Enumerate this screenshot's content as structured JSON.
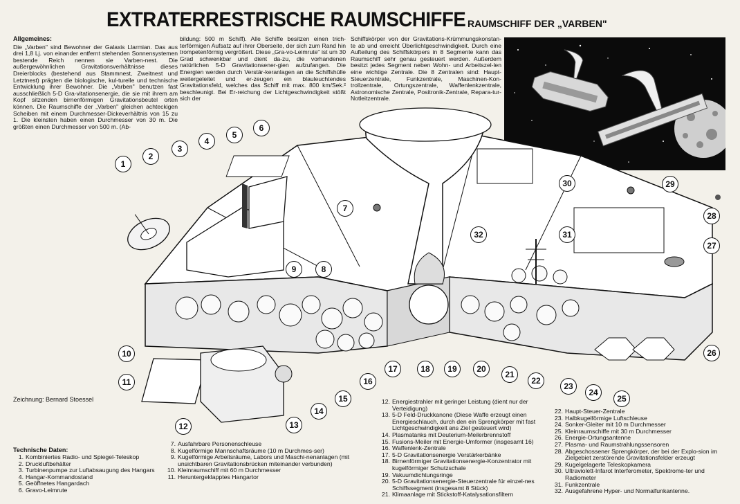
{
  "title": "EXTRATERRESTRISCHE RAUMSCHIFFE",
  "subtitle": "RAUMSCHIFF DER „VARBEN\"",
  "intro": {
    "heading": "Allgemeines:",
    "col1": "Die „Varben\" sind Bewohner der Galaxis Llarmian. Das aus drei 1,8 Lj. von einander entfernt stehenden Sonnensystemen bestende Reich nennen sie Varben-nest. Die außergewöhnlichen Gravitationsverhältnisse dieses Dreierblocks (bestehend aus Stammnest, Zweitnest und Letztnest) prägten die biologische, kul-turelle und technische Entwicklung ihrer Bewohner. Die „Varben\" benutzen fast ausschließlich 5-D Gra-vitationsenergie, die sie mit ihrem am Kopf sitzenden birnenförmigen Gravitationsbeutel orten können. Die Raumschiffe der „Varben\" gleichen achteckigen Scheiben mit einem Durchmesser-Dickeverhältnis von 15 zu 1. Die kleinsten haben einen Durchmesser von 30 m. Die größten einen Durchmesser von 500 m. (Ab-",
    "col2": "bildung: 500 m Schiff). Alle Schiffe besitzen einen trich-terförmigen Aufsatz auf ihrer Oberseite, der sich zum Rand hin trompetenförmig vergrößert. Diese „Gra-vo-Leimrute\" ist um 30 Grad schwenkbar und dient da-zu, die vorhandenen natürlichen 5-D Gravitationsener-gien aufzufangen. Die Energien werden durch Verstär-keranlagen an die Schiffshülle weitergeleitet und er-zeugen ein blauleuchtendes Gravitationsfeld, welches das Schiff mit max. 800 km/Sek.² beschleunigt. Bei Er-reichung der Lichtgeschwindigkeit stößt sich der",
    "col3": "Schiffskörper von der Gravitations-Krümmungskonstan-te ab und erreicht Überlichtgeschwindigkeit. Durch eine Aufteilung des Schiffskörpers in 8 Segmente kann das Raumschiff sehr genau gesteuert werden. Außerdem besitzt jedes Segment neben Wohn- und Arbeitszel-len eine wichtige Zentrale. Die 8 Zentralen sind: Haupt-Steuerzentrale, Funkzentrale, Maschinen-Kon-trollzentrale, Ortungszentrale, Waffenlenkzentrale, Astronomische Zentrale, Positronik-Zentrale, Repara-tur-Notleitzentrale."
  },
  "credit": "Zeichnung: Bernard Stoessel",
  "tech_title": "Technische Daten:",
  "callouts": [
    "1",
    "2",
    "3",
    "4",
    "5",
    "6",
    "7",
    "8",
    "9",
    "10",
    "11",
    "12",
    "13",
    "14",
    "15",
    "16",
    "17",
    "18",
    "19",
    "20",
    "21",
    "22",
    "23",
    "24",
    "25",
    "26",
    "27",
    "28",
    "29",
    "30",
    "31",
    "32"
  ],
  "legend1": [
    {
      "n": "1.",
      "t": "Kombiniertes Radio- und Spiegel-Teleskop"
    },
    {
      "n": "2.",
      "t": "Druckluftbehälter"
    },
    {
      "n": "3.",
      "t": "Turbinenpumpe zur Luftabsaugung des Hangars"
    },
    {
      "n": "4.",
      "t": "Hangar-Kommandostand"
    },
    {
      "n": "5.",
      "t": "Geöffnetes Hangardach"
    },
    {
      "n": "6.",
      "t": "Gravo-Leimrute"
    }
  ],
  "legend2": [
    {
      "n": "7.",
      "t": "Ausfahrbare Personenschleuse"
    },
    {
      "n": "8.",
      "t": "Kugelförmige Mannschaftsräume (10 m Durchmes-ser)"
    },
    {
      "n": "9.",
      "t": "Kugelförmige Arbeitsräume, Labors und Maschi-nenanlagen (mit unsichtbaren Gravitationsbrücken miteinander verbunden)"
    },
    {
      "n": "10.",
      "t": "Kleinraumschiff mit 60 m Durchmesser"
    },
    {
      "n": "11.",
      "t": "Heruntergeklapptes Hangartor"
    }
  ],
  "legend3": [
    {
      "n": "12.",
      "t": "Energiestrahler mit geringer Leistung (dient nur der Verteidigung)"
    },
    {
      "n": "13.",
      "t": "5-D Feld-Druckkanone (Diese Waffe erzeugt einen Energieschlauch, durch den ein Sprengkörper mit fast Lichtgeschwindigkeit ans Ziel gesteuert wird)"
    },
    {
      "n": "14.",
      "t": "Plasmatanks mit Deuterium-Meilerbrennstoff"
    },
    {
      "n": "15.",
      "t": "Fusions-Meiler mit Energie-Umformer (insgesamt 16)"
    },
    {
      "n": "16.",
      "t": "Waffenlenk-Zentrale"
    },
    {
      "n": "17.",
      "t": "5-D Gravitationsenergie Verstärkerbänke"
    },
    {
      "n": "18.",
      "t": "Birnenförmiger Gravitationsenergie-Konzentrator mit kugelförmiger Schutzschale"
    },
    {
      "n": "19.",
      "t": "Vakuumdichtungsringe"
    },
    {
      "n": "20.",
      "t": "5-D Gravitationsenergie-Steuerzentrale für einzel-nes Schiffssegment (insgesamt 8 Stück)"
    },
    {
      "n": "21.",
      "t": "Klimaanlage mit Stickstoff-Katalysationsfiltern"
    }
  ],
  "legend4": [
    {
      "n": "22.",
      "t": "Haupt-Steuer-Zentrale"
    },
    {
      "n": "23.",
      "t": "Halbkugelförmige Luftschleuse"
    },
    {
      "n": "24.",
      "t": "Sonker-Gleiter mit 10 m Durchmesser"
    },
    {
      "n": "25.",
      "t": "Kleinraumschiffe mit 30 m Durchmesser"
    },
    {
      "n": "26.",
      "t": "Energie-Ortungsantenne"
    },
    {
      "n": "27.",
      "t": "Plasma- und Raumstrahlungssensoren"
    },
    {
      "n": "28.",
      "t": "Abgeschossener Sprengkörper, der bei der Explo-sion im Zielgebiet zerstörende Gravitationsfelder erzeugt"
    },
    {
      "n": "29.",
      "t": "Kugelgelagerte Teleskopkamera"
    },
    {
      "n": "30.",
      "t": "Ultraviolett-Infarot Interferometer, Spektrome-ter und Radiometer"
    },
    {
      "n": "31.",
      "t": "Funkzentrale"
    },
    {
      "n": "32.",
      "t": "Ausgefahrene Hyper- und Normalfunkantenne."
    }
  ]
}
